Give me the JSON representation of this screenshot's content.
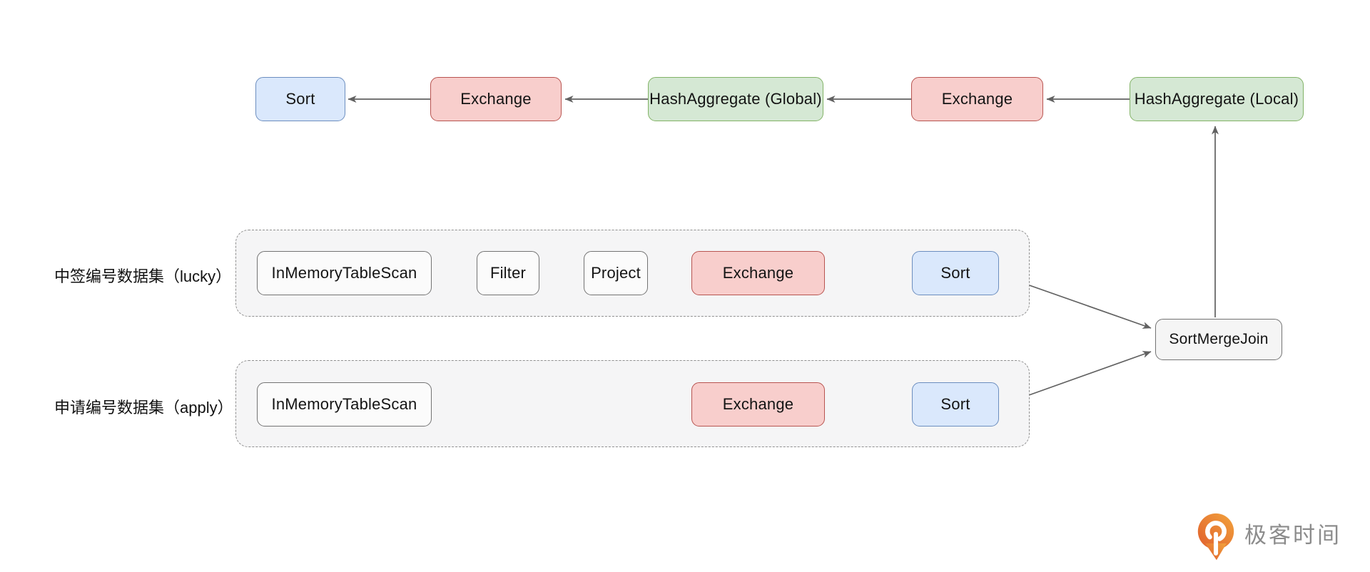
{
  "colors": {
    "blue_fill": "#dae8fc",
    "blue_border": "#6c8ebf",
    "red_fill": "#f8cecc",
    "red_border": "#b85450",
    "green_fill": "#d5e8d4",
    "green_border": "#82b366",
    "plain_fill": "#fbfbfb",
    "plain_border": "#737373",
    "join_fill": "#f5f5f5",
    "group_fill": "#f5f5f6",
    "group_border": "#8f8f8f",
    "edge": "#616161",
    "logo_orange_light": "#f2a33c",
    "logo_orange_dark": "#e05e2d"
  },
  "top_row": {
    "nodes": [
      {
        "label": "Sort"
      },
      {
        "label": "Exchange"
      },
      {
        "label": "HashAggregate (Global)"
      },
      {
        "label": "Exchange"
      },
      {
        "label": "HashAggregate (Local)"
      }
    ]
  },
  "lucky_group": {
    "label": "中签编号数据集（lucky）",
    "nodes": [
      {
        "label": "InMemoryTableScan"
      },
      {
        "label": "Filter"
      },
      {
        "label": "Project"
      },
      {
        "label": "Exchange"
      },
      {
        "label": "Sort"
      }
    ]
  },
  "apply_group": {
    "label": "申请编号数据集（apply）",
    "nodes": [
      {
        "label": "InMemoryTableScan"
      },
      {
        "label": "Exchange"
      },
      {
        "label": "Sort"
      }
    ]
  },
  "join": {
    "label": "SortMergeJoin"
  },
  "logo": {
    "text": "极客时间"
  }
}
